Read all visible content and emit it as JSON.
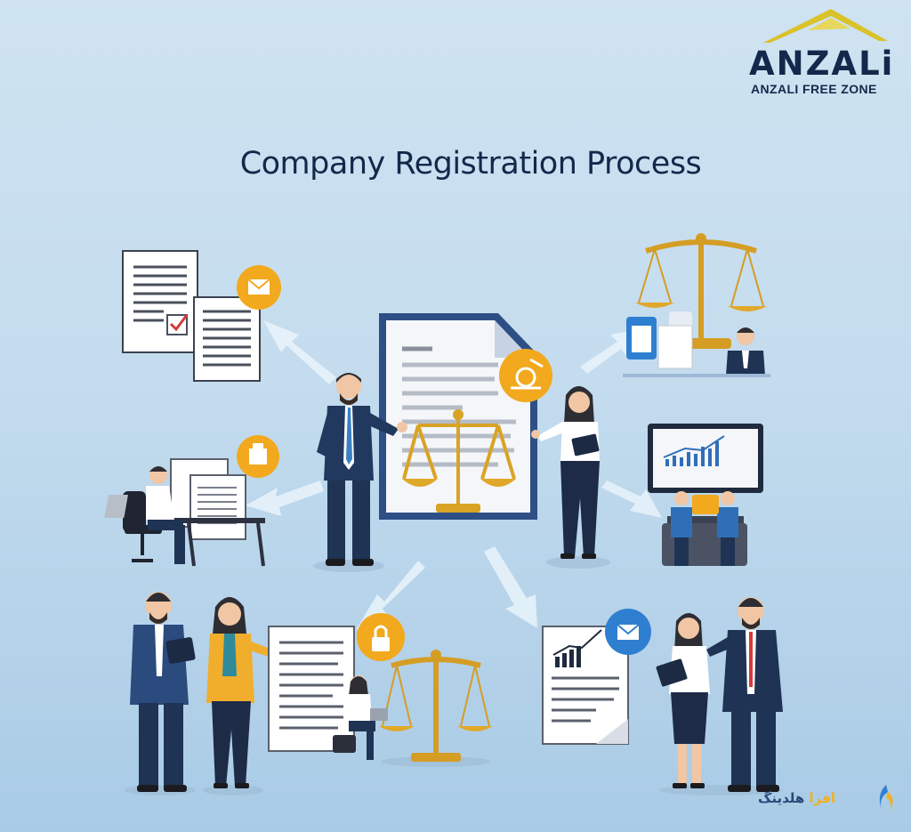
{
  "logo": {
    "wordmark": "ANZALi",
    "subtitle": "ANZALI FREE ZONE",
    "mountain_color": "#d9c22a"
  },
  "title": "Company Registration Process",
  "watermark": {
    "text_main": "هلدینگ",
    "text_accent": "افرا"
  },
  "colors": {
    "navy": "#13294b",
    "gold": "#e1a521",
    "orange_badge": "#f2a91d",
    "blue_badge": "#2f7fd0",
    "arrow": "#e8f2fa"
  },
  "icons": {
    "center": "legal-document-icon",
    "badges": [
      "envelope-icon",
      "fax-icon",
      "stamp-icon",
      "lock-icon",
      "email-icon",
      "chart-icon"
    ],
    "steps": [
      "documents-icon",
      "office-desk-icon",
      "scale-justice-icon",
      "presentation-screen-icon",
      "meeting-icon",
      "report-icon"
    ]
  }
}
